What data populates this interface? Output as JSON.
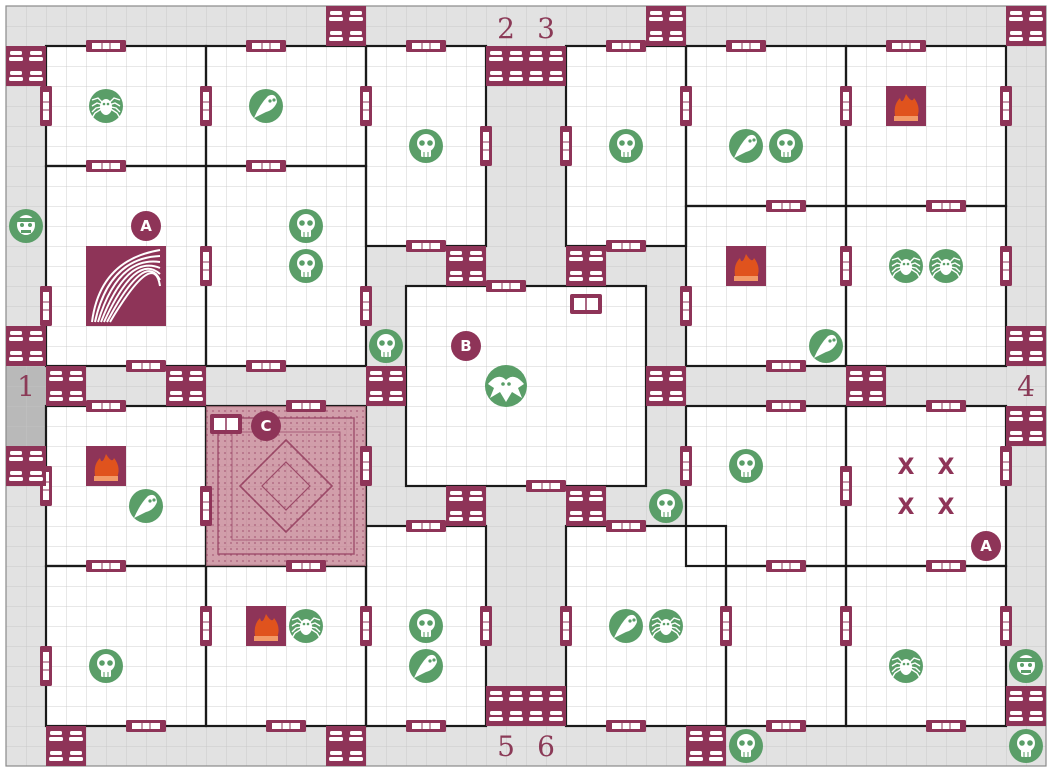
{
  "board": {
    "colors": {
      "corridor": "#e2e2e2",
      "room": "#ffffff",
      "grid": "#bfbfbf",
      "wall": "#1a1a1a",
      "accent": "#8e3458",
      "monster": "#5a9e68",
      "fire": "#e0531d",
      "special_tile": "#c27d8e"
    },
    "edge_labels": [
      "1",
      "2",
      "3",
      "4",
      "5",
      "6"
    ],
    "markers": [
      {
        "id": "A",
        "label": "A"
      },
      {
        "id": "B",
        "label": "B"
      },
      {
        "id": "C",
        "label": "C"
      },
      {
        "id": "A2",
        "label": "A"
      }
    ],
    "x_marks": [
      "X",
      "X",
      "X",
      "X"
    ],
    "icons": {
      "skull": "skull-icon",
      "ghost": "ghost-icon",
      "spider": "spider-icon",
      "zombie": "zombie-icon",
      "boss": "gargoyle-icon",
      "trap": "fire-trap-icon",
      "door": "door-icon",
      "rubble": "rubble-icon",
      "stairs": "stairs-icon",
      "treasure": "chest-icon"
    }
  }
}
